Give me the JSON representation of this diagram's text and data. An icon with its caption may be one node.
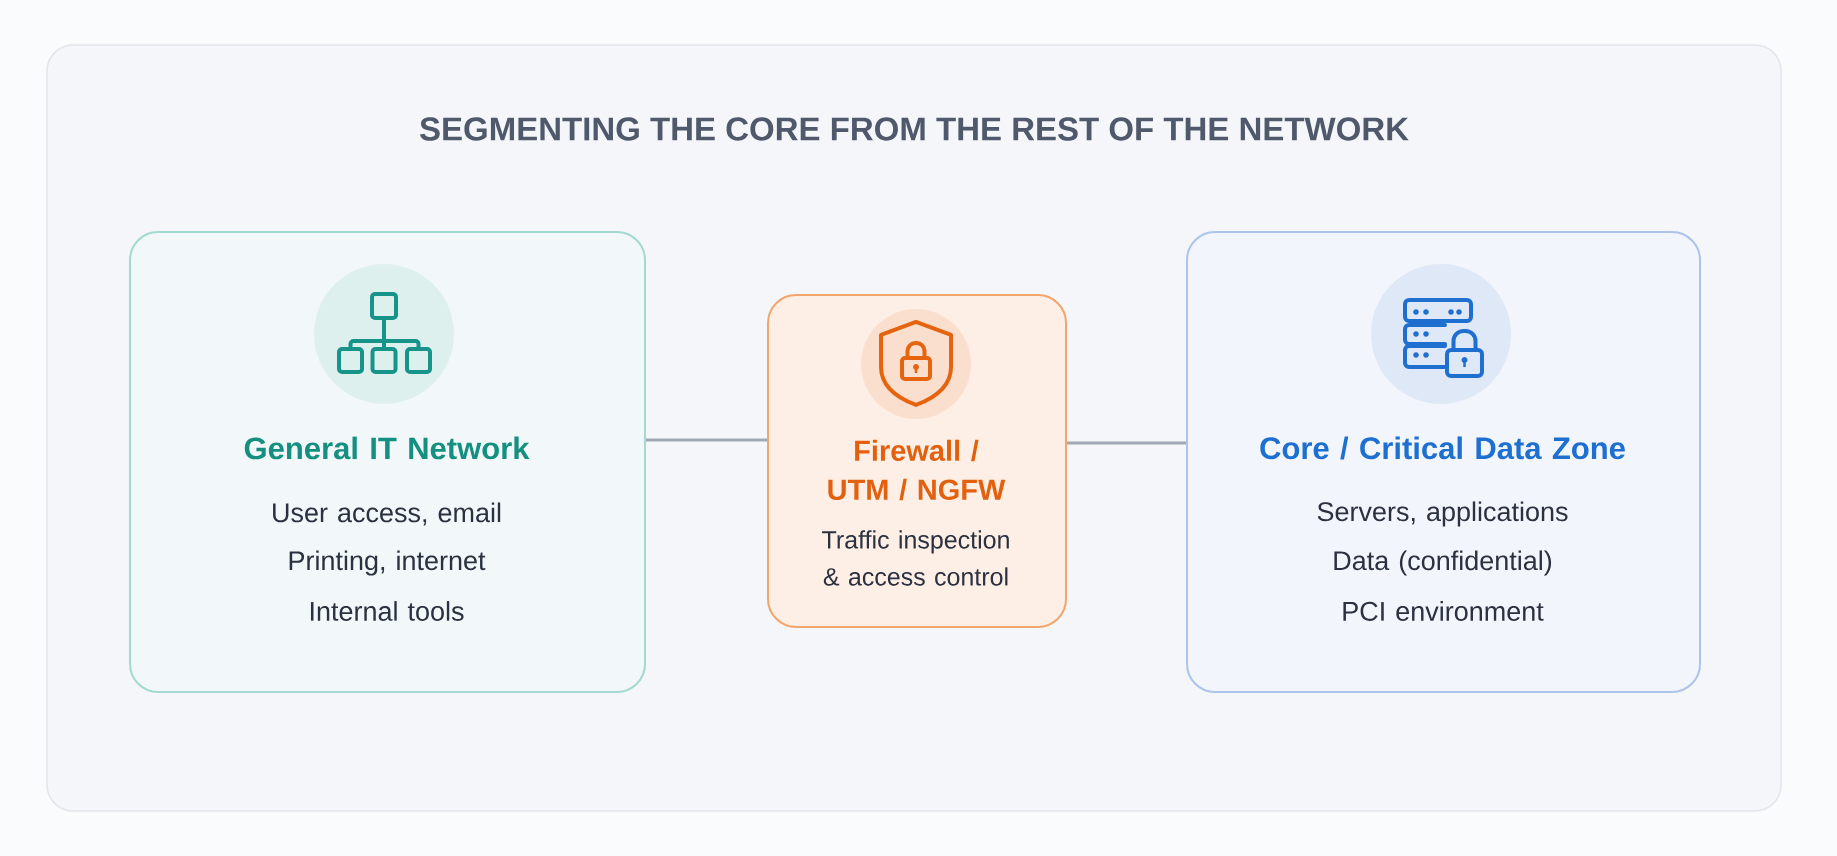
{
  "diagram": {
    "title": "SEGMENTING THE CORE FROM THE REST OF THE NETWORK",
    "nodes": [
      {
        "text": [
          "General IT Network",
          "User access, email",
          "Printing, internet",
          "Internal tools"
        ]
      },
      {
        "text": [
          "Firewall / UTM / NGFW",
          "Traffic inspection & access control"
        ]
      },
      {
        "text": [
          "Core / Critical Data Zone",
          "Servers, applications",
          "Data (confidential)",
          "PCI environment"
        ]
      }
    ],
    "edges": [
      {
        "from": 0,
        "to": 1,
        "arrow": "none"
      },
      {
        "from": 1,
        "to": 2,
        "arrow": "none"
      }
    ]
  }
}
